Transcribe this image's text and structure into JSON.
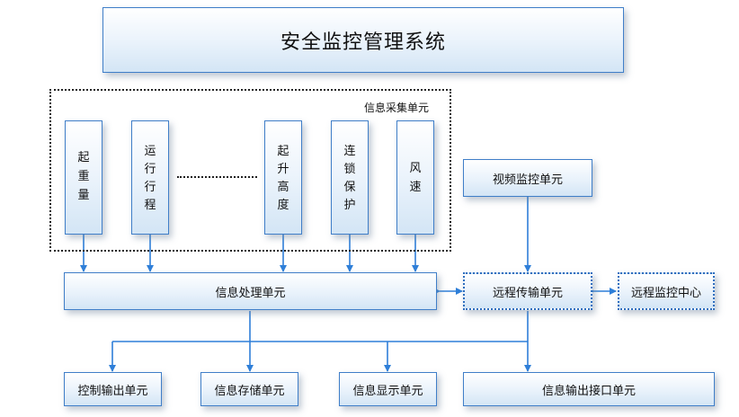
{
  "title": "安全监控管理系统",
  "acquisition_group": {
    "label": "信息采集单元",
    "sensors": [
      {
        "id": "lift-weight",
        "chars": [
          "起",
          "重",
          "量"
        ]
      },
      {
        "id": "travel-distance",
        "chars": [
          "运",
          "行",
          "行",
          "程"
        ]
      },
      {
        "id": "lift-height",
        "chars": [
          "起",
          "升",
          "高",
          "度"
        ]
      },
      {
        "id": "interlock",
        "chars": [
          "连",
          "锁",
          "保",
          "护"
        ]
      },
      {
        "id": "wind-speed",
        "chars": [
          "风",
          "速"
        ]
      }
    ]
  },
  "video_unit": "视频监控单元",
  "processing_unit": "信息处理单元",
  "transmission_unit": "远程传输单元",
  "remote_center": "远程监控中心",
  "outputs": {
    "control": "控制输出单元",
    "storage": "信息存储单元",
    "display": "信息显示单元",
    "interface": "信息输出接口单元"
  },
  "colors": {
    "box_border": "#3f7ec8",
    "arrow": "#2f7fd8",
    "group_border": "#222222"
  }
}
